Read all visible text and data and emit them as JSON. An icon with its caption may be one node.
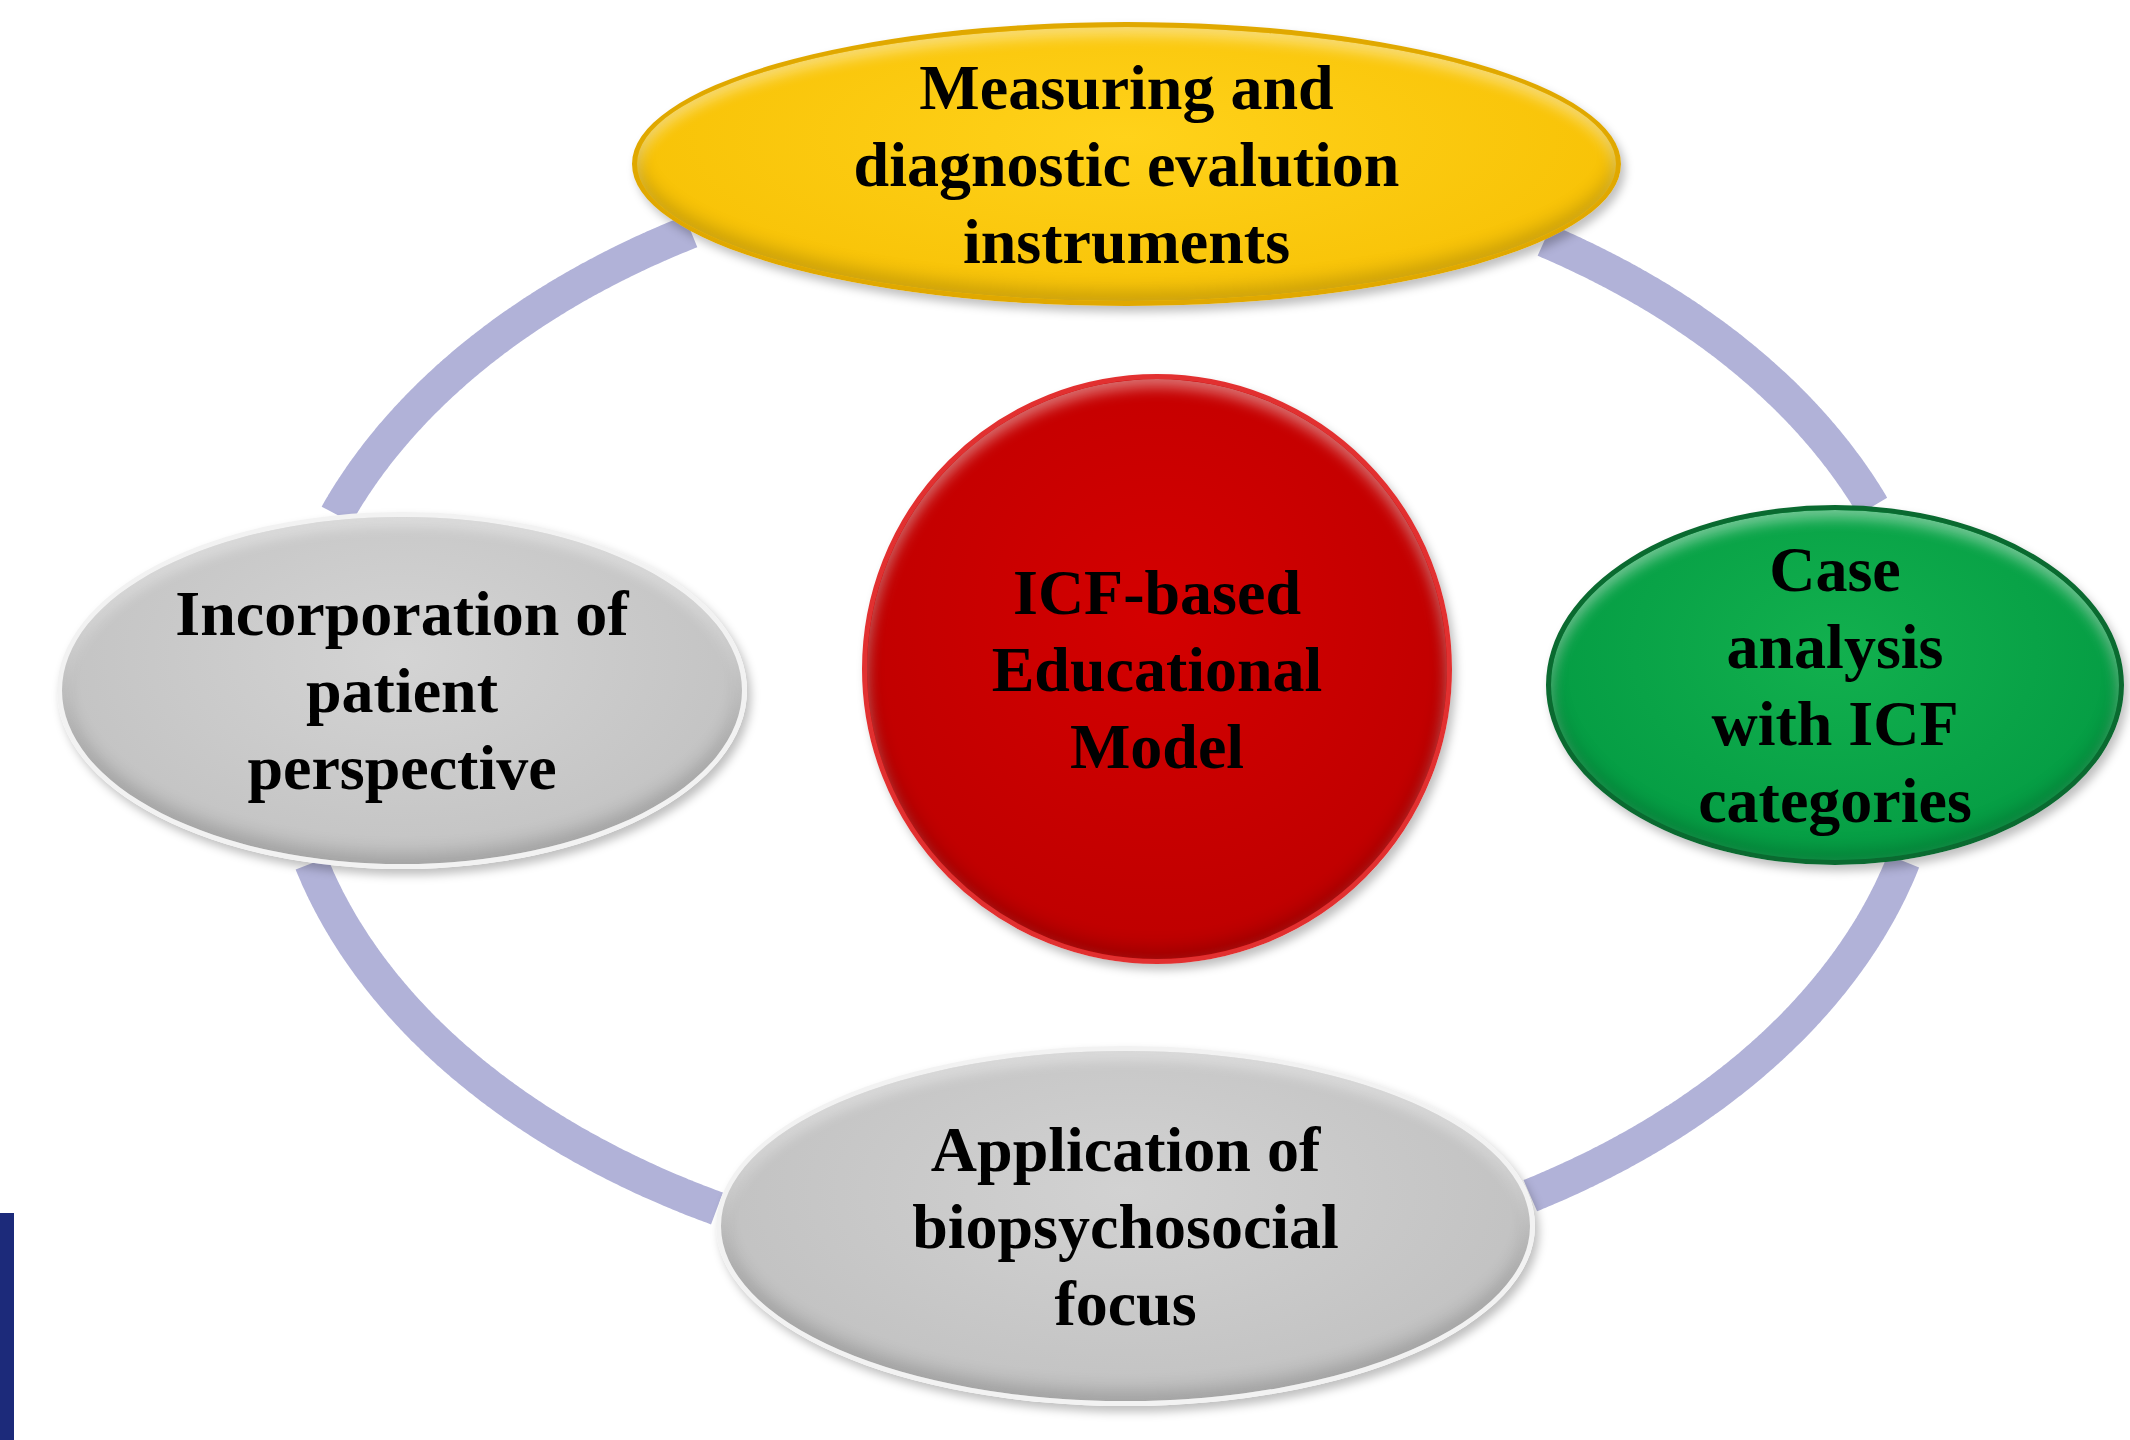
{
  "diagram": {
    "nodes": [
      {
        "text": [
          "Measuring and diagnostic evalution instruments"
        ]
      },
      {
        "text": [
          "Incorporation of patient perspective"
        ]
      },
      {
        "text": [
          "ICF-based Educational Model"
        ]
      },
      {
        "text": [
          "Case analysis with ICF categories"
        ]
      },
      {
        "text": [
          "Application of biopsychosocial focus"
        ]
      },
      {
        "text": [],
        "shape": "bar"
      }
    ],
    "edges": [
      {
        "from": 0,
        "to": 3,
        "arrow": "none"
      },
      {
        "from": 3,
        "to": 4,
        "arrow": "none"
      },
      {
        "from": 4,
        "to": 1,
        "arrow": "none"
      },
      {
        "from": 1,
        "to": 0,
        "arrow": "none"
      }
    ]
  }
}
